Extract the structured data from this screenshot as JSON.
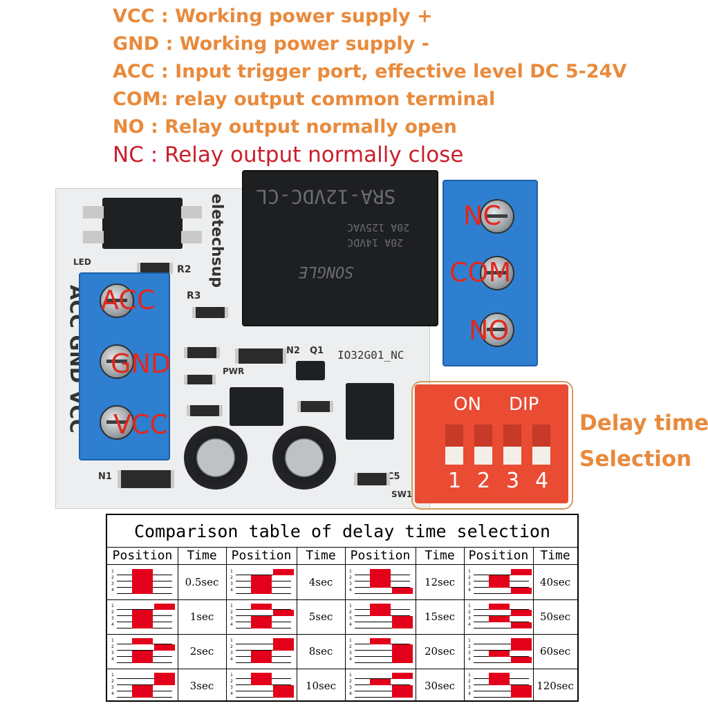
{
  "legend": [
    {
      "text": "VCC : Working power supply +",
      "color": "#e88a3c"
    },
    {
      "text": "GND : Working power supply -",
      "color": "#e88a3c"
    },
    {
      "text": "ACC : Input trigger port, effective level DC 5-24V",
      "color": "#e88a3c"
    },
    {
      "text": "COM: relay output common terminal",
      "color": "#e88a3c"
    },
    {
      "text": "NO : Relay output normally open",
      "color": "#e88a3c"
    },
    {
      "text": "NC : Relay output normally close",
      "color": "#c8202c"
    }
  ],
  "board": {
    "brand": "eletechsup",
    "model": "IO32G01_NC",
    "relay_marking": "SRA-12VDC-CL",
    "relay_ratings": [
      "20A 125VAC",
      "20A 14VDC"
    ],
    "relay_maker": "SONGLE",
    "silk_input": "ACC GND VCC",
    "refdes": [
      "R2",
      "R3",
      "N2",
      "Q1",
      "PWR",
      "N1",
      "C5",
      "SW1",
      "LED"
    ],
    "input_pins": [
      "ACC",
      "GND",
      "VCC"
    ],
    "output_pins": [
      "NC",
      "COM",
      "NO"
    ],
    "dip": {
      "on_label": "ON",
      "brand_label": "DIP",
      "numbers": [
        "1",
        "2",
        "3",
        "4"
      ]
    },
    "delay_label": [
      "Delay time",
      "Selection"
    ]
  },
  "table": {
    "title": "Comparison table of delay time selection",
    "headers": [
      "Position",
      "Time",
      "Position",
      "Time",
      "Position",
      "Time",
      "Position",
      "Time"
    ],
    "rows": [
      [
        {
          "switches": [
            1,
            1,
            1,
            1
          ],
          "time": "0.5sec"
        },
        {
          "switches": [
            0,
            1,
            1,
            1
          ],
          "time": "4sec"
        },
        {
          "switches": [
            1,
            1,
            1,
            0
          ],
          "time": "12sec"
        },
        {
          "switches": [
            0,
            1,
            1,
            0
          ],
          "time": "40sec"
        }
      ],
      [
        {
          "switches": [
            0,
            1,
            1,
            1
          ],
          "time": "1sec"
        },
        {
          "switches": [
            1,
            0,
            1,
            1
          ],
          "time": "5sec"
        },
        {
          "switches": [
            1,
            1,
            0,
            0
          ],
          "time": "15sec"
        },
        {
          "switches": [
            1,
            0,
            1,
            0
          ],
          "time": "50sec"
        }
      ],
      [
        {
          "switches": [
            1,
            0,
            1,
            1
          ],
          "time": "2sec"
        },
        {
          "switches": [
            0,
            0,
            1,
            1
          ],
          "time": "8sec"
        },
        {
          "switches": [
            1,
            0,
            0,
            0
          ],
          "time": "20sec"
        },
        {
          "switches": [
            0,
            0,
            1,
            0
          ],
          "time": "60sec"
        }
      ],
      [
        {
          "switches": [
            0,
            0,
            1,
            1
          ],
          "time": "3sec"
        },
        {
          "switches": [
            1,
            1,
            0,
            0
          ],
          "time": "10sec"
        },
        {
          "switches": [
            0,
            1,
            0,
            0
          ],
          "time": "30sec"
        },
        {
          "switches": [
            1,
            1,
            0,
            0
          ],
          "time": "120sec"
        }
      ]
    ]
  },
  "colors": {
    "accent_orange": "#e88a3c",
    "accent_red": "#c8202c",
    "terminal_blue": "#2f7fd0",
    "dip_red": "#e94b33",
    "switch_red": "#e2001a"
  }
}
